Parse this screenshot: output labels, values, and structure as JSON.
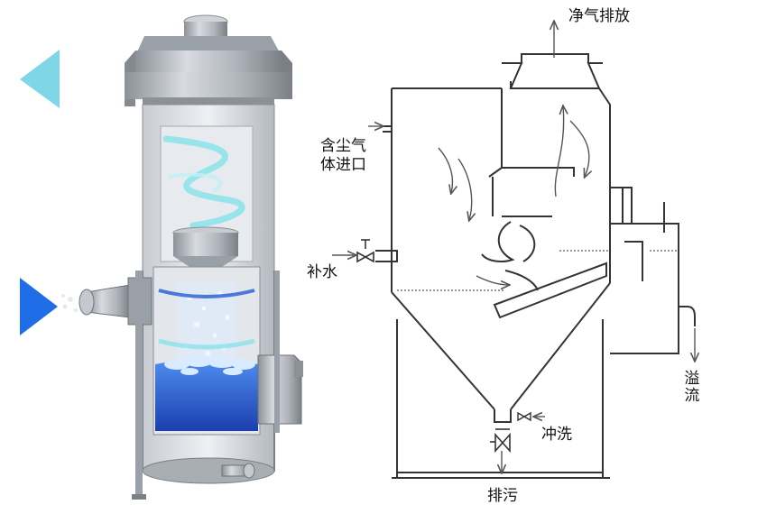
{
  "labels": {
    "clean_gas_outlet": "净气排放",
    "dusty_gas_inlet": "含尘气体进口",
    "make_up_water": "补水",
    "overflow": "溢流",
    "flush": "冲洗",
    "sewage_discharge": "排污"
  },
  "colors": {
    "left_arrow_top": "#7fd6e6",
    "left_arrow_bottom": "#1f6ee8",
    "water": "#2a64d8",
    "foam": "#d9ecff",
    "spiral": "#8fe3ea",
    "metal": "#b9bec6",
    "line": "#333333"
  },
  "icons": {
    "left_arrow_top": "triangle-left-icon",
    "left_arrow_bottom": "triangle-right-icon"
  }
}
